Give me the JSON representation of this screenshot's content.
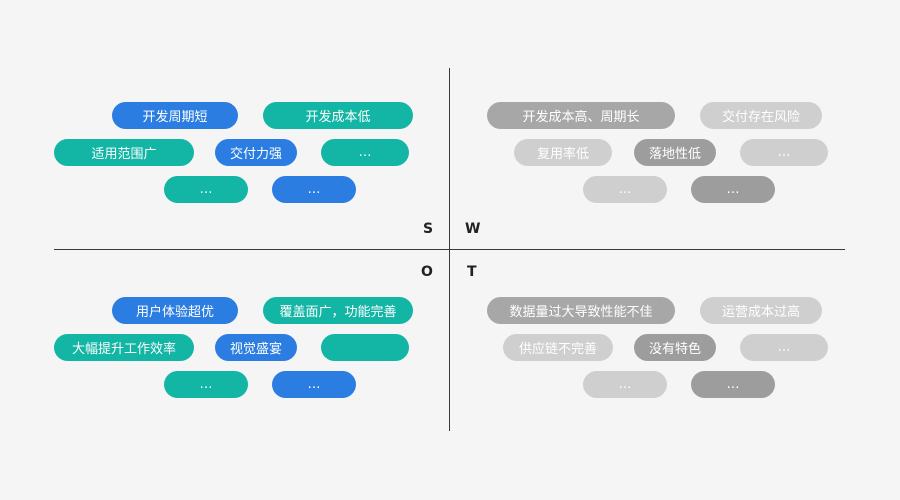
{
  "quadrant_labels": {
    "s": "S",
    "w": "W",
    "o": "O",
    "t": "T"
  },
  "strengths": {
    "row1": [
      "开发周期短",
      "开发成本低"
    ],
    "row2": [
      "适用范围广",
      "交付力强",
      "…"
    ],
    "row3": [
      "…",
      "…"
    ]
  },
  "weaknesses": {
    "row1": [
      "开发成本高、周期长",
      "交付存在风险"
    ],
    "row2": [
      "复用率低",
      "落地性低",
      "…"
    ],
    "row3": [
      "…",
      "…"
    ]
  },
  "opportunities": {
    "row1": [
      "用户体验超优",
      "覆盖面广，功能完善"
    ],
    "row2": [
      "大幅提升工作效率",
      "视觉盛宴",
      ""
    ],
    "row3": [
      "…",
      "…"
    ]
  },
  "threats": {
    "row1": [
      "数据量过大导致性能不佳",
      "运营成本过高"
    ],
    "row2": [
      "供应链不完善",
      "没有特色",
      "…"
    ],
    "row3": [
      "…",
      "…"
    ]
  },
  "colors": {
    "blue": "#2b7de1",
    "teal": "#13b5a4",
    "gray_dark": "#9d9d9d",
    "gray_light": "#cdcdcd"
  }
}
